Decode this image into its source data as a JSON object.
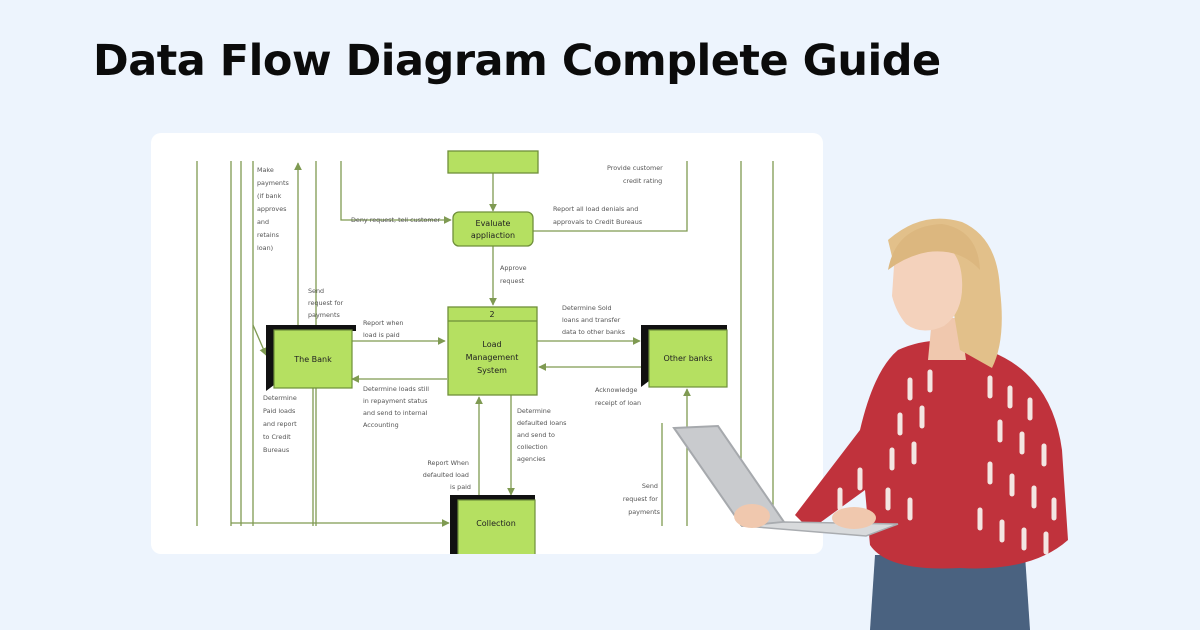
{
  "title": "Data Flow Diagram Complete Guide",
  "diagram": {
    "process_evaluate": [
      "Evaluate",
      "appliaction"
    ],
    "process_main_number": "2",
    "process_main": [
      "Load",
      "Management",
      "System"
    ],
    "entity_bank": "The Bank",
    "entity_other_banks": "Other banks",
    "entity_collection": "Collection",
    "flows": {
      "make_payments": [
        "Make",
        "payments",
        "(if bank",
        "approves",
        "and",
        "retains",
        "loan)"
      ],
      "provide_rating": [
        "Provide customer",
        "credit rating"
      ],
      "deny_request": [
        "Deny request, tell customer"
      ],
      "report_denials": [
        "Report all load denials and",
        "approvals to Credit Bureaus"
      ],
      "approve_request": [
        "Approve",
        "request"
      ],
      "send_request_left": [
        "Send",
        "request for",
        "payments"
      ],
      "report_when_paid": [
        "Report when",
        "load is paid"
      ],
      "determine_sold": [
        "Determine Sold",
        "loans and transfer",
        "data to other banks"
      ],
      "determine_repayment": [
        "Determine loads still",
        "in repayment status",
        "and send to internal",
        "Accounting"
      ],
      "determine_paid": [
        "Determine",
        "Paid loads",
        "and report",
        "to Credit",
        "Bureaus"
      ],
      "acknowledge_receipt": [
        "Acknowledge",
        "receipt of loan"
      ],
      "determine_defaulted": [
        "Determine",
        "defaulted loans",
        "and send to",
        "collection",
        "agencies"
      ],
      "report_defaulted": [
        "Report When",
        "defaulted load",
        "is paid"
      ],
      "send_request_right": [
        "Send",
        "request for",
        "payments"
      ]
    }
  },
  "colors": {
    "background": "#edf4fd",
    "box_fill": "#b5e061",
    "box_stroke": "#6f8f3a",
    "line": "#7f9a52",
    "label": "#555555"
  }
}
